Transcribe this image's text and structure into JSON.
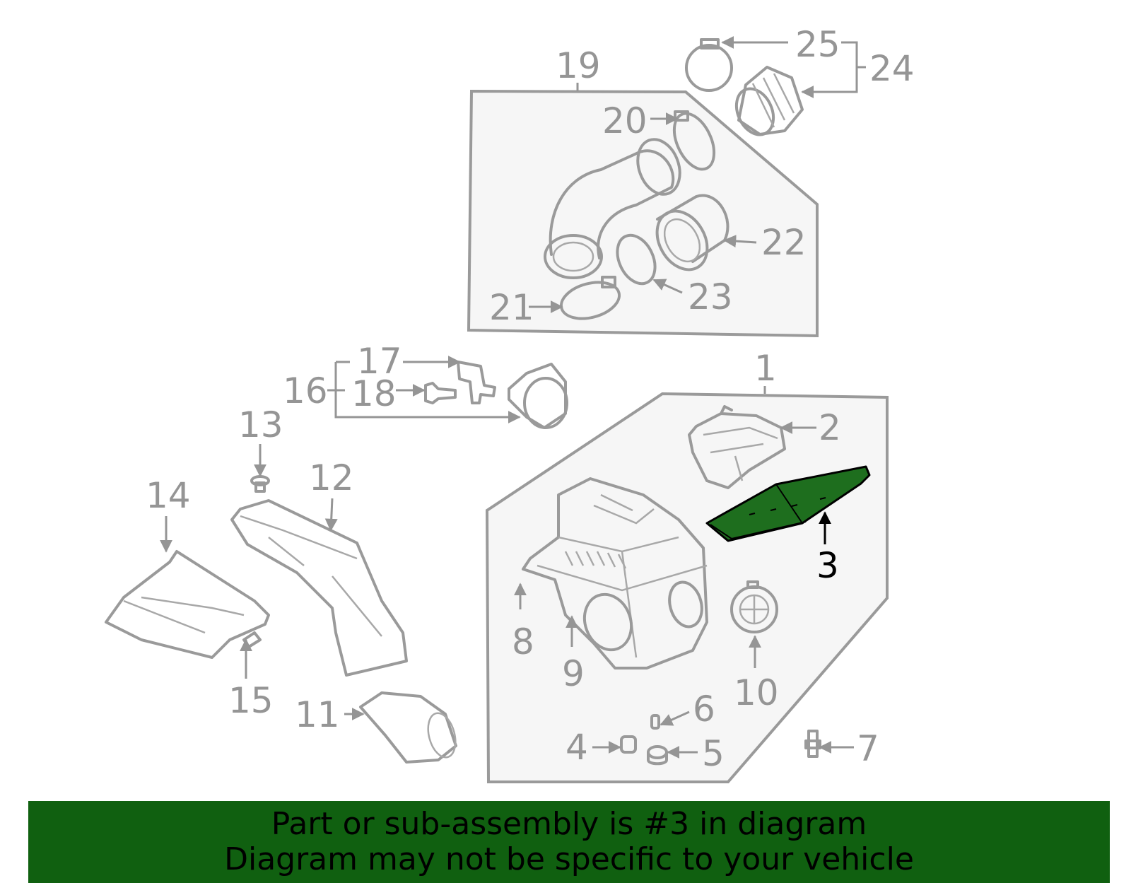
{
  "callouts": [
    {
      "number": "1"
    },
    {
      "number": "2"
    },
    {
      "number": "3",
      "highlighted": true
    },
    {
      "number": "4"
    },
    {
      "number": "5"
    },
    {
      "number": "6"
    },
    {
      "number": "7"
    },
    {
      "number": "8"
    },
    {
      "number": "9"
    },
    {
      "number": "10"
    },
    {
      "number": "11"
    },
    {
      "number": "12"
    },
    {
      "number": "13"
    },
    {
      "number": "14"
    },
    {
      "number": "15"
    },
    {
      "number": "16"
    },
    {
      "number": "17"
    },
    {
      "number": "18"
    },
    {
      "number": "19"
    },
    {
      "number": "20"
    },
    {
      "number": "21"
    },
    {
      "number": "22"
    },
    {
      "number": "23"
    },
    {
      "number": "24"
    },
    {
      "number": "25"
    }
  ],
  "banner": {
    "line1": "Part or sub-assembly is #3 in diagram",
    "line2": "Diagram may not be specific to your vehicle"
  },
  "colors": {
    "highlight_part": "#1e6e1e",
    "banner_background": "#106010",
    "line_art": "#9a9a9a",
    "panel_fill": "#f6f6f6"
  }
}
